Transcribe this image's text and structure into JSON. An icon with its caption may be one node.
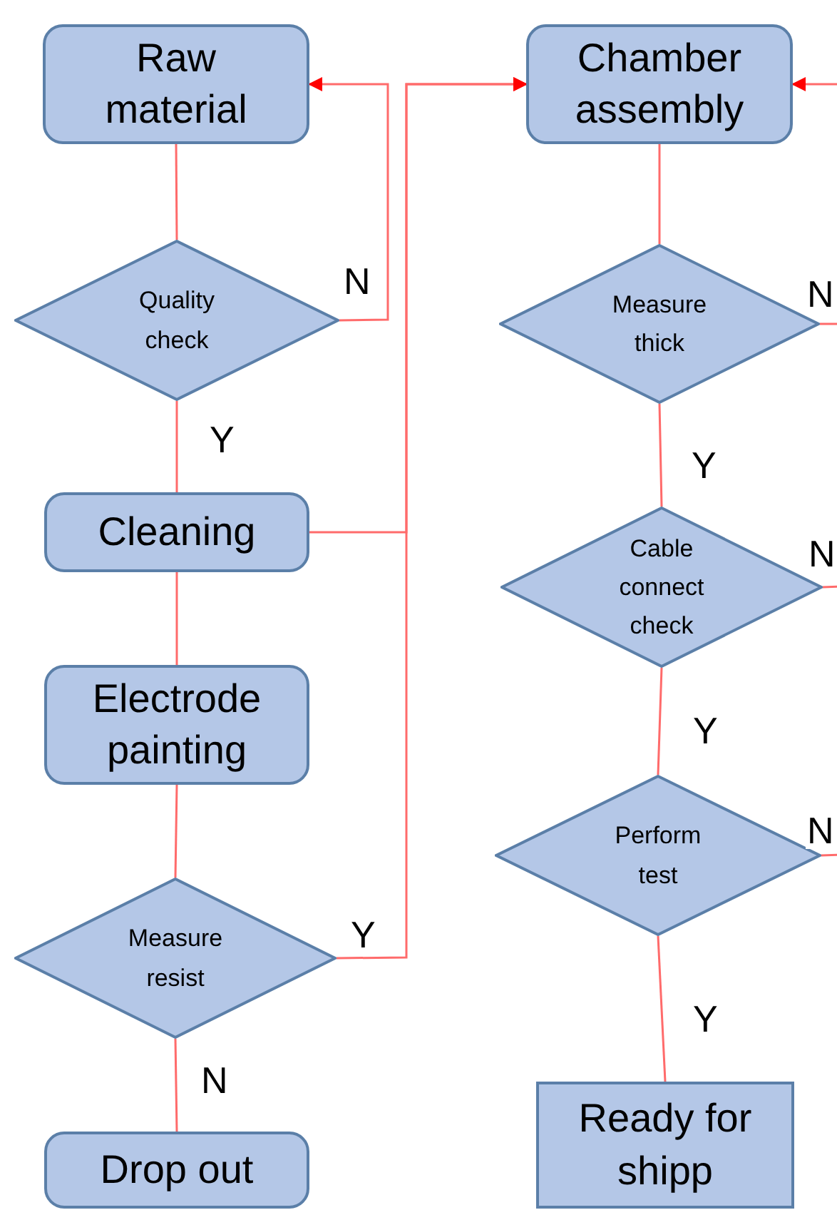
{
  "diagram": {
    "nodes": [
      {
        "text": [
          "Raw material"
        ]
      },
      {
        "text": [
          "Quality check"
        ]
      },
      {
        "text": [
          "Cleaning"
        ]
      },
      {
        "text": [
          "Electrode painting"
        ]
      },
      {
        "text": [
          "Measure resist"
        ]
      },
      {
        "text": [
          "Drop out"
        ]
      },
      {
        "text": [
          "Chamber assembly"
        ]
      },
      {
        "text": [
          "Measure thick"
        ]
      },
      {
        "text": [
          "Cable connect check"
        ]
      },
      {
        "text": [
          "Perform test"
        ]
      },
      {
        "text": [
          "Ready for shipp"
        ]
      }
    ],
    "edges": [
      {
        "from": 0,
        "to": 1,
        "arrow": "none"
      },
      {
        "from": 1,
        "to": 2,
        "arrow": "none",
        "label": "Y"
      },
      {
        "from": 1,
        "to": 0,
        "arrow": "to",
        "label": "N"
      },
      {
        "from": 2,
        "to": 6,
        "arrow": "to"
      },
      {
        "from": 4,
        "to": 6,
        "arrow": "to",
        "label": "Y"
      },
      {
        "from": 2,
        "to": 3,
        "arrow": "none"
      },
      {
        "from": 3,
        "to": 4,
        "arrow": "none"
      },
      {
        "from": 4,
        "to": 5,
        "arrow": "none",
        "label": "N"
      },
      {
        "from": 6,
        "to": 7,
        "arrow": "none"
      },
      {
        "from": 7,
        "to": 8,
        "arrow": "none",
        "label": "Y"
      },
      {
        "from": 8,
        "to": 9,
        "arrow": "none",
        "label": "Y"
      },
      {
        "from": 9,
        "to": 10,
        "arrow": "none",
        "label": "Y"
      },
      {
        "from": 7,
        "to": null,
        "arrow": "none",
        "label": "N"
      },
      {
        "from": 8,
        "to": null,
        "arrow": "none",
        "label": "N"
      },
      {
        "from": 9,
        "to": null,
        "arrow": "none",
        "label": "N"
      },
      {
        "from": null,
        "to": 6,
        "arrow": "to"
      }
    ]
  }
}
